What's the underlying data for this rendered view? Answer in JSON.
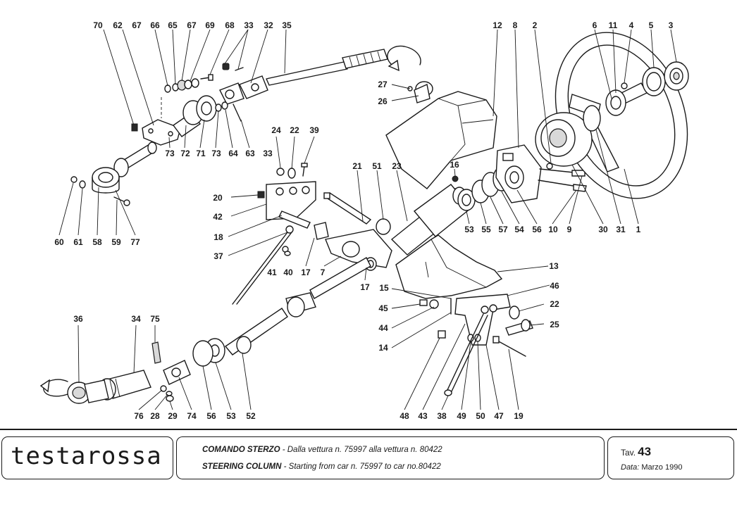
{
  "callouts": [
    "70",
    "62",
    "67",
    "66",
    "65",
    "67",
    "69",
    "68",
    "33",
    "32",
    "35",
    "12",
    "8",
    "2",
    "6",
    "11",
    "4",
    "5",
    "3",
    "27",
    "26",
    "24",
    "22",
    "39",
    "20",
    "42",
    "18",
    "37",
    "41",
    "40",
    "17",
    "7",
    "17",
    "21",
    "51",
    "23",
    "16",
    "53",
    "55",
    "57",
    "54",
    "56",
    "10",
    "9",
    "30",
    "31",
    "1",
    "73",
    "72",
    "71",
    "73",
    "64",
    "63",
    "33",
    "60",
    "61",
    "58",
    "59",
    "77",
    "13",
    "46",
    "22",
    "25",
    "15",
    "45",
    "44",
    "14",
    "48",
    "43",
    "38",
    "49",
    "50",
    "47",
    "19",
    "36",
    "34",
    "75",
    "76",
    "28",
    "29",
    "74",
    "56",
    "53",
    "52"
  ],
  "footer": {
    "logo": "testarossa",
    "title_it_bold": "COMANDO STERZO",
    "title_it_rest": " - Dalla vettura n. 75997 alla vettura n. 80422",
    "title_en_bold": "STEERING COLUMN",
    "title_en_rest": " - Starting from car n. 75997 to car no.80422",
    "tav_label": "Tav.",
    "tav_number": "43",
    "date_label": "Data:",
    "date_value": "Marzo 1990"
  }
}
